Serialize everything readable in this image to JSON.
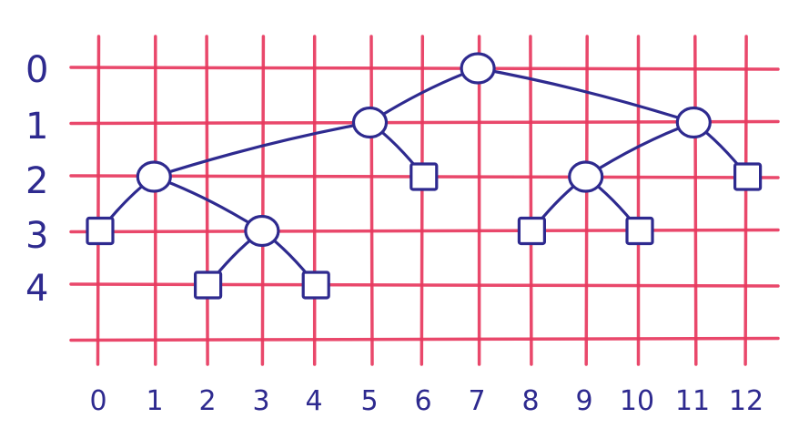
{
  "colors": {
    "ink": "#2e2a8f",
    "grid": "#e8395f",
    "paper": "#ffffff"
  },
  "y_labels": [
    "0",
    "1",
    "2",
    "3",
    "4"
  ],
  "x_labels": [
    "0",
    "1",
    "2",
    "3",
    "4",
    "5",
    "6",
    "7",
    "8",
    "9",
    "10",
    "11",
    "12"
  ],
  "tree": {
    "internal_nodes": [
      {
        "id": "n7",
        "col": 7,
        "row": 0
      },
      {
        "id": "n5",
        "col": 5,
        "row": 1
      },
      {
        "id": "n11",
        "col": 11,
        "row": 1
      },
      {
        "id": "n1",
        "col": 1,
        "row": 2
      },
      {
        "id": "n9",
        "col": 9,
        "row": 2
      },
      {
        "id": "n3",
        "col": 3,
        "row": 3
      }
    ],
    "leaves": [
      {
        "id": "l6",
        "col": 6,
        "row": 2
      },
      {
        "id": "l12",
        "col": 12,
        "row": 2
      },
      {
        "id": "l0",
        "col": 0,
        "row": 3
      },
      {
        "id": "l8",
        "col": 8,
        "row": 3
      },
      {
        "id": "l10",
        "col": 10,
        "row": 3
      },
      {
        "id": "l2",
        "col": 2,
        "row": 4
      },
      {
        "id": "l4",
        "col": 4,
        "row": 4
      }
    ],
    "edges": [
      [
        "n7",
        "n5"
      ],
      [
        "n7",
        "n11"
      ],
      [
        "n5",
        "n1"
      ],
      [
        "n5",
        "l6"
      ],
      [
        "n11",
        "n9"
      ],
      [
        "n11",
        "l12"
      ],
      [
        "n1",
        "l0"
      ],
      [
        "n1",
        "n3"
      ],
      [
        "n3",
        "l2"
      ],
      [
        "n3",
        "l4"
      ],
      [
        "n9",
        "l8"
      ],
      [
        "n9",
        "l10"
      ]
    ]
  }
}
